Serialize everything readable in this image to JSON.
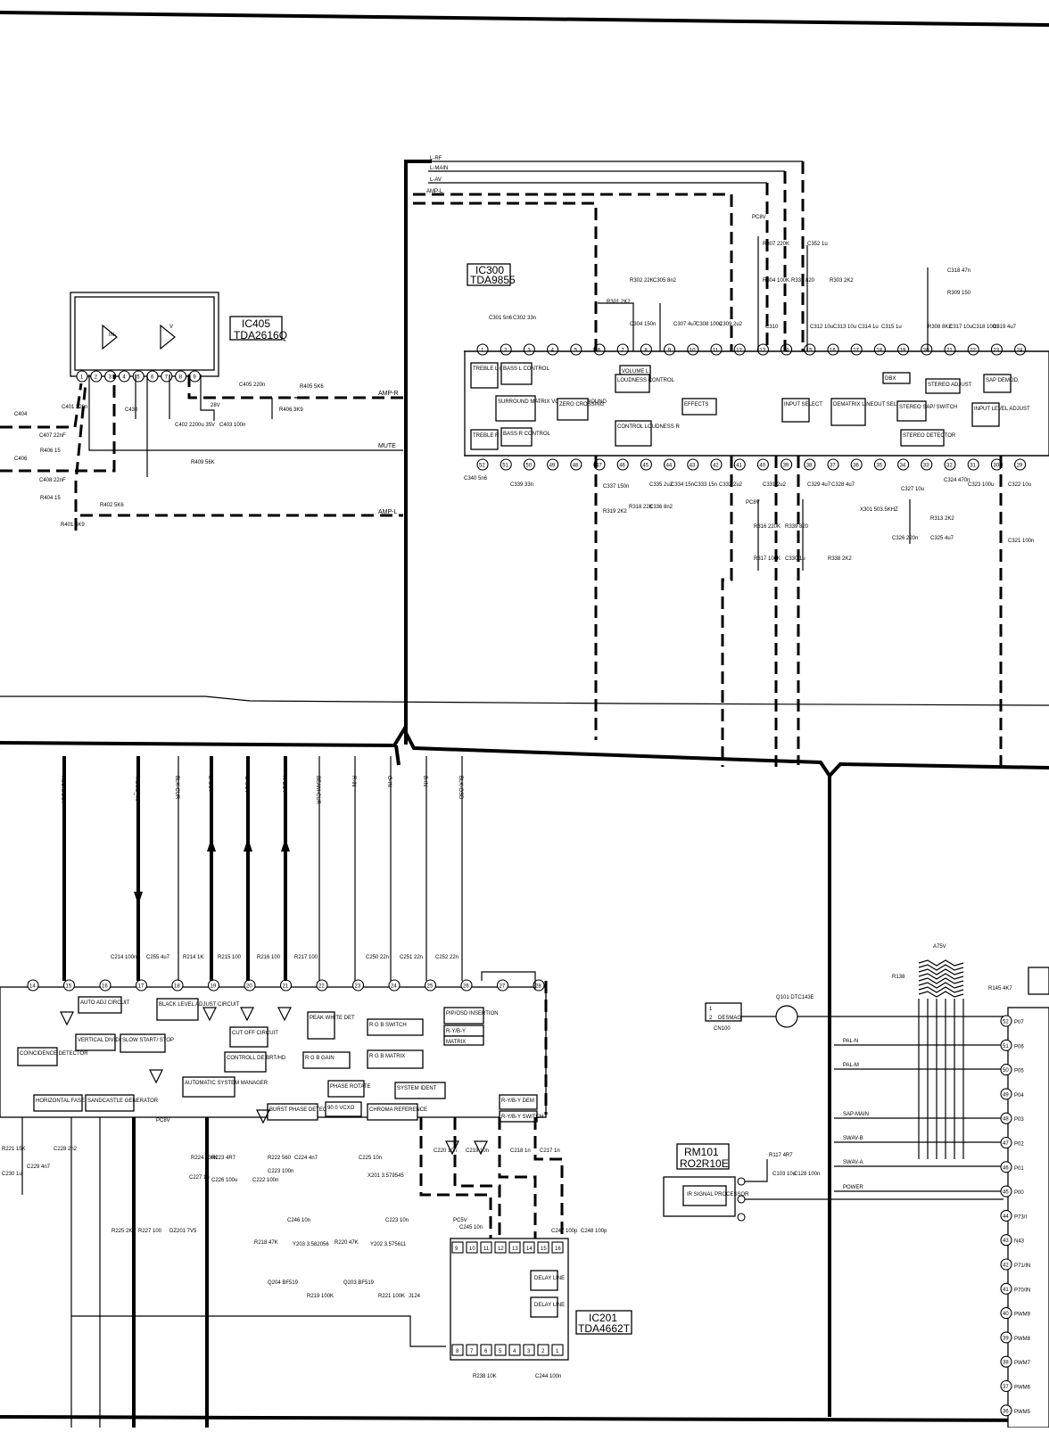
{
  "ics": {
    "ic405": {
      "ref": "IC405",
      "part": "TDA2616Q",
      "pins": [
        "1",
        "2",
        "3",
        "4",
        "5",
        "6",
        "7",
        "8",
        "9"
      ]
    },
    "ic300": {
      "ref": "IC300",
      "part": "TDA9855",
      "top_pins": [
        "1",
        "2",
        "3",
        "4",
        "5",
        "6",
        "7",
        "8",
        "9",
        "10",
        "11",
        "12",
        "13",
        "14",
        "15",
        "16",
        "17",
        "18",
        "19",
        "20",
        "21",
        "22",
        "23",
        "24"
      ],
      "bottom_pins": [
        "52",
        "51",
        "50",
        "49",
        "48",
        "47",
        "46",
        "45",
        "44",
        "43",
        "42",
        "41",
        "40",
        "39",
        "38",
        "37",
        "36",
        "35",
        "34",
        "33",
        "32",
        "31",
        "30",
        "29"
      ],
      "blocks": [
        "TREBLE L CONTROL",
        "BASS L CONTROL",
        "SURROUND MATRIX VOLUME SURROUND",
        "ZERO CROSSING",
        "TREBLE R CONTROL",
        "BASS R CONTROL",
        "VOLUME L",
        "LOUDNESS CONTROL",
        "CONTROL LOUDNESS R",
        "EFFECTS",
        "INPUT SELECT",
        "DEMATRIX LINEOUT SELECT",
        "STEREO SAP/ SWITCH",
        "STEREO ADJUST",
        "SAP DEMOD.",
        "INPUT LEVEL ADJUST",
        "STEREO DETECTOR",
        "DBX"
      ]
    },
    "ic201": {
      "ref": "IC201",
      "part": "TDA4662T",
      "top_pins": [
        "9",
        "10",
        "11",
        "12",
        "13",
        "14",
        "15",
        "16"
      ],
      "bottom_pins": [
        "8",
        "7",
        "6",
        "5",
        "4",
        "3",
        "2",
        "1"
      ],
      "blocks": [
        "DELAY LINE",
        "DELAY LINE"
      ]
    },
    "rm101": {
      "ref": "RM101",
      "part": "RO2R10E",
      "block": "IR SIGNAL PROCESSOR"
    },
    "video": {
      "pins": [
        "14",
        "15",
        "16",
        "17",
        "18",
        "19",
        "20",
        "21",
        "22",
        "23",
        "24",
        "25",
        "26",
        "27",
        "28"
      ],
      "blocks": [
        "AUTO ADJ CIRCUIT",
        "BLACK LEVEL ADJUST CIRCUIT",
        "VERTICAL DIVIDER",
        "SLOW START/ STOP",
        "COINCIDENCE DETECTOR",
        "CUT OFF CIRCUIT",
        "CONTROLL DE BRT/HD",
        "PEAK WHITE DET",
        "R G B SWITCH",
        "PIP/OSD INSERTION",
        "R-Y/B-Y",
        "MATRIX",
        "R G B GAIN",
        "R G B MATRIX",
        "HORIZONTAL FASE",
        "SANDCASTLE GENERATOR",
        "AUTOMATIC SYSTEM MANAGER",
        "BURST PHASE DETECTOR",
        "PHASE ROTATE",
        "90 0 VCXO",
        "SYSTEM IDENT",
        "CHROMA REFERENCE",
        "R-Y/B-Y DEM",
        "R-Y/B-Y SWITCH"
      ]
    }
  },
  "nets": {
    "audio": [
      "L-RF",
      "L-MAIN",
      "L-AV",
      "AMP-L",
      "AMP-R",
      "MUTE"
    ],
    "video_bus": [
      "AUDIOOUT",
      "VIDEO_IN",
      "BLK-CUR",
      "B-OUT",
      "G-OUT",
      "R-OUT",
      "BEAM-CUR",
      "R-IN",
      "G-IN",
      "B-IN",
      "BLK-OSD"
    ],
    "micro": [
      "PAL-N",
      "PAL-M",
      "SAP-MAIN",
      "SWAV-B",
      "SWAV-A",
      "POWER",
      "DESMAG"
    ],
    "micro_pins": [
      "P07",
      "P06",
      "P05",
      "P04",
      "P03",
      "P02",
      "P01",
      "P00",
      "P73/I",
      "N43",
      "P71/IN",
      "P70/IN",
      "PWM9",
      "PWM8",
      "PWM7",
      "PWM6",
      "PWM5"
    ],
    "micro_pin_numbers": [
      "52",
      "51",
      "50",
      "49",
      "48",
      "47",
      "46",
      "45",
      "44",
      "43",
      "42",
      "41",
      "40",
      "39",
      "38",
      "37",
      "36"
    ]
  },
  "components": {
    "audio_left": [
      "C404",
      "C407 22nF",
      "R406 15",
      "C406",
      "C408 22nF",
      "R404 15",
      "C401 220n",
      "C430",
      "C402 2200u 35V",
      "C403 100n",
      "C405 220n",
      "R405 5K6",
      "R406 3K9",
      "R409 56K",
      "R402 5K6",
      "R401 3K9",
      "28V"
    ],
    "ic300_top": [
      "C301 5n6",
      "C302 33n",
      "R302 22K",
      "C305 8n2",
      "R301 2K2",
      "C304 150n",
      "C307 4u7",
      "C308 100u",
      "C309 2u2",
      "C310",
      "R307 220K",
      "C352 1u",
      "R304 100K",
      "R332 820",
      "R303 2K2",
      "C312 10u",
      "C313 10u",
      "C314 1u",
      "C315 1u",
      "R308 8K2",
      "C317 10u",
      "C318 100n",
      "C319 4u7",
      "C318 47n",
      "R309 150",
      "PC8V"
    ],
    "ic300_bottom": [
      "C340 5n6",
      "C339 33n",
      "C337 150n",
      "R319 2K2",
      "C335 2u2",
      "R318 22K",
      "C336 8n2",
      "C334 15n",
      "C333 15n",
      "C332 2u2",
      "C331 2u2",
      "R316 220K",
      "R317 100K",
      "R339 820",
      "C330 1u",
      "R338 2K2",
      "C329 4u7",
      "C328 4u7",
      "X301 503.5KHZ",
      "C327 10u",
      "C324 470n",
      "C323 100u",
      "C322 10u",
      "R313 2K2",
      "C326 220n",
      "C325 4u7",
      "C321 100n",
      "PC8V"
    ],
    "video_top": [
      "C214 100n",
      "C255 4u7",
      "R214 1K",
      "R215 100",
      "R216 100",
      "R217 100",
      "C250 22n",
      "C251 22n",
      "C252 22n"
    ],
    "video_bottom": [
      "R221 15K",
      "C228 2n2",
      "C229 4n7",
      "C230 1u",
      "R224 330K",
      "C227 1u",
      "R223 4R7",
      "C226 100u",
      "C222 100n",
      "R222 560",
      "C223 100n",
      "C224 4n7",
      "C225 10n",
      "X201 3.579545",
      "C220 10n",
      "C219 10n",
      "C218 1n",
      "C217 1n",
      "C248 100p",
      "C247 100p",
      "R225 2K7",
      "R227 100",
      "DZ201 7V5",
      "PC8V",
      "PC5V",
      "C246 10n",
      "R218 47K",
      "Y203 3.582056",
      "Q204 BF519",
      "R219 100K",
      "R220 47K",
      "Y202 3.575611",
      "C223 10n",
      "Q203 BF519",
      "R221 100K",
      "J124",
      "C245 10n",
      "R238 10K",
      "C244 100n"
    ],
    "micro_area": [
      "R138",
      "A75V",
      "R145 4K7",
      "Q101 DTC143E",
      "CN100",
      "R117 4R7",
      "C103 10u",
      "C128 100n"
    ]
  }
}
